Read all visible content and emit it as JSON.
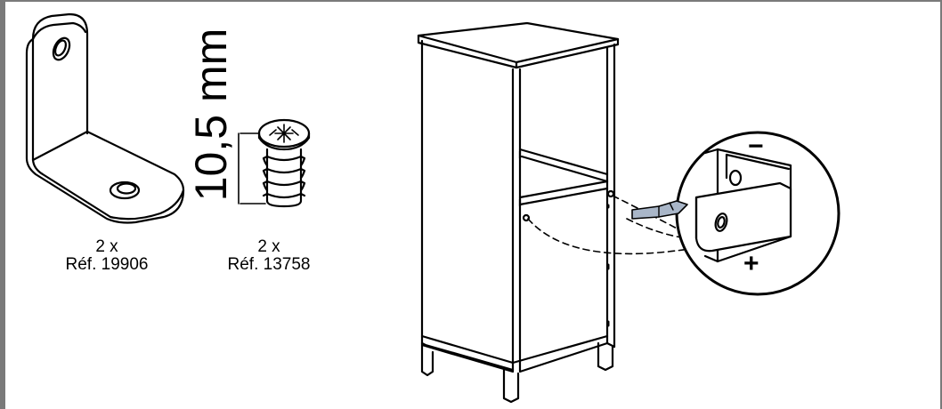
{
  "parts": [
    {
      "quantity": "2 x",
      "reference": "Réf. 19906",
      "icon": "l-bracket-icon"
    },
    {
      "quantity": "2 x",
      "reference": "Réf. 13758",
      "icon": "cam-dowel-screw-icon"
    }
  ],
  "dimension_label": "10,5 mm",
  "detail": {
    "minus_sign": "−",
    "plus_sign": "+"
  },
  "colors": {
    "frame": "#7a7a7a",
    "line": "#000000",
    "tool_fill": "#a9b6c8"
  }
}
